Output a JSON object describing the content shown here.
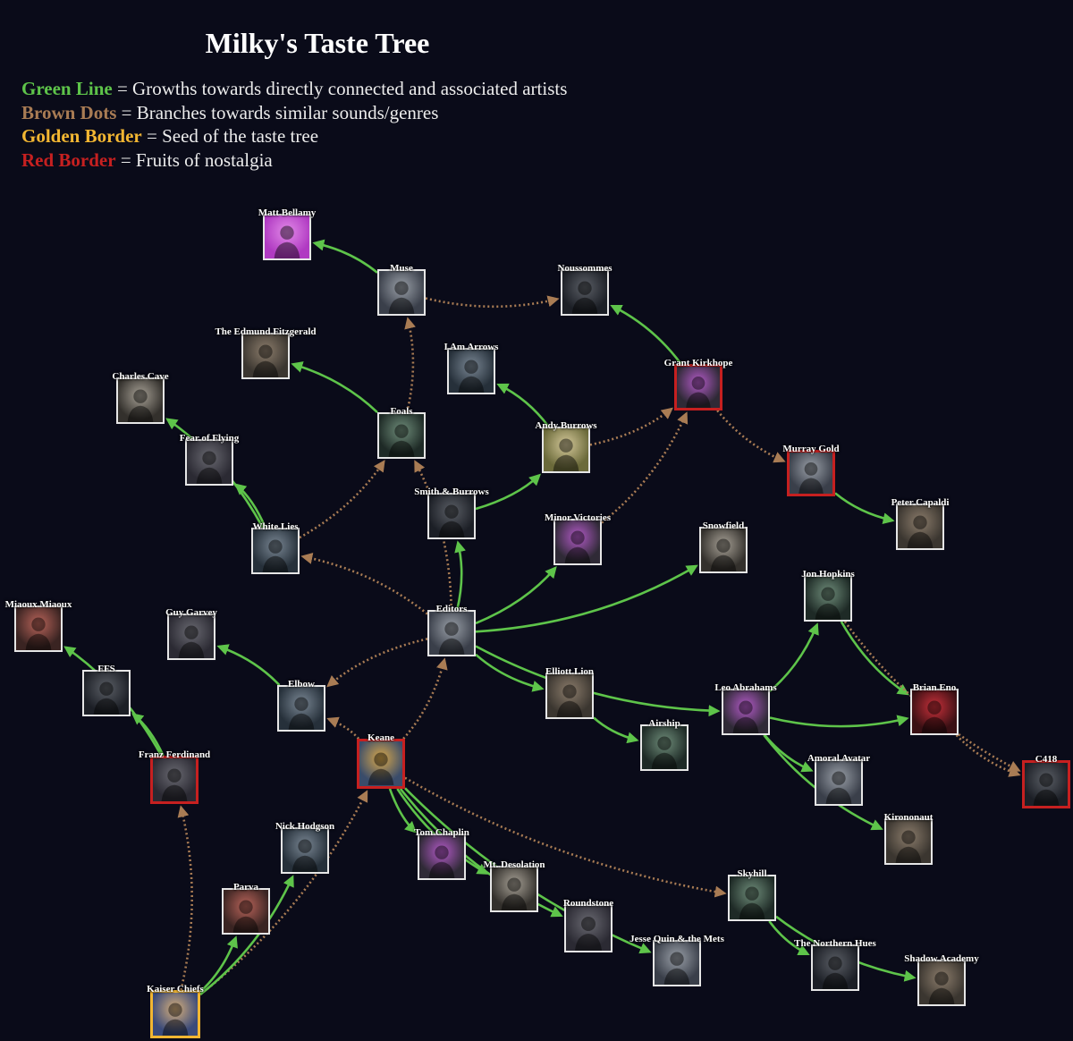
{
  "title": "Milky's Taste Tree",
  "legend": [
    {
      "key": "Green Line",
      "sep": " = ",
      "text": "Growths towards directly connected and associated artists",
      "color": "#5ec44a"
    },
    {
      "key": "Brown Dots",
      "sep": " = ",
      "text": "Branches towards similar sounds/genres",
      "color": "#a97c54"
    },
    {
      "key": "Golden Border",
      "sep": " = ",
      "text": "Seed of the taste tree",
      "color": "#f2b632"
    },
    {
      "key": "Red Border",
      "sep": " = ",
      "text": "Fruits of nostalgia",
      "color": "#c62020"
    }
  ],
  "colors": {
    "background": "#0a0b19",
    "green": "#5ec44a",
    "brown": "#a97c54",
    "gold": "#f2b632",
    "red": "#c62020"
  },
  "nodes": [
    {
      "id": "matt-bellamy",
      "label": "Matt Bellamy",
      "type": "normal"
    },
    {
      "id": "muse",
      "label": "Muse",
      "type": "normal"
    },
    {
      "id": "noussommes",
      "label": "Noussommes",
      "type": "normal"
    },
    {
      "id": "edmund-fitzgerald",
      "label": "The Edmund Fitzgerald",
      "type": "normal"
    },
    {
      "id": "i-am-arrows",
      "label": "I Am Arrows",
      "type": "normal"
    },
    {
      "id": "grant-kirkhope",
      "label": "Grant Kirkhope",
      "type": "fruit"
    },
    {
      "id": "charles-cave",
      "label": "Charles Cave",
      "type": "normal"
    },
    {
      "id": "foals",
      "label": "Foals",
      "type": "normal"
    },
    {
      "id": "andy-burrows",
      "label": "Andy Burrows",
      "type": "normal"
    },
    {
      "id": "fear-of-flying",
      "label": "Fear of Flying",
      "type": "normal"
    },
    {
      "id": "murray-gold",
      "label": "Murray Gold",
      "type": "fruit"
    },
    {
      "id": "smith-burrows",
      "label": "Smith & Burrows",
      "type": "normal"
    },
    {
      "id": "peter-capaldi",
      "label": "Peter Capaldi",
      "type": "normal"
    },
    {
      "id": "white-lies",
      "label": "White Lies",
      "type": "normal"
    },
    {
      "id": "minor-victories",
      "label": "Minor Victories",
      "type": "normal"
    },
    {
      "id": "snowfield",
      "label": "Snowfield",
      "type": "normal"
    },
    {
      "id": "jon-hopkins",
      "label": "Jon Hopkins",
      "type": "normal"
    },
    {
      "id": "miaoux-miaoux",
      "label": "Miaoux Miaoux",
      "type": "normal"
    },
    {
      "id": "guy-garvey",
      "label": "Guy Garvey",
      "type": "normal"
    },
    {
      "id": "editors",
      "label": "Editors",
      "type": "normal"
    },
    {
      "id": "ffs",
      "label": "FFS",
      "type": "normal"
    },
    {
      "id": "elliott-lion",
      "label": "Elliott Lion",
      "type": "normal"
    },
    {
      "id": "elbow",
      "label": "Elbow",
      "type": "normal"
    },
    {
      "id": "leo-abrahams",
      "label": "Leo Abrahams",
      "type": "normal"
    },
    {
      "id": "brian-eno",
      "label": "Brian Eno",
      "type": "normal"
    },
    {
      "id": "airship",
      "label": "Airship",
      "type": "normal"
    },
    {
      "id": "keane",
      "label": "Keane",
      "type": "fruit"
    },
    {
      "id": "franz-ferdinand",
      "label": "Franz Ferdinand",
      "type": "fruit"
    },
    {
      "id": "amoral-avatar",
      "label": "Amoral Avatar",
      "type": "normal"
    },
    {
      "id": "c418",
      "label": "C418",
      "type": "fruit"
    },
    {
      "id": "kirononaut",
      "label": "Kirononaut",
      "type": "normal"
    },
    {
      "id": "nick-hodgson",
      "label": "Nick Hodgson",
      "type": "normal"
    },
    {
      "id": "tom-chaplin",
      "label": "Tom Chaplin",
      "type": "normal"
    },
    {
      "id": "mt-desolation",
      "label": "Mt. Desolation",
      "type": "normal"
    },
    {
      "id": "skyhill",
      "label": "Skyhill",
      "type": "normal"
    },
    {
      "id": "parva",
      "label": "Parva",
      "type": "normal"
    },
    {
      "id": "roundstone",
      "label": "Roundstone",
      "type": "normal"
    },
    {
      "id": "jesse-quin",
      "label": "Jesse Quin & the Mets",
      "type": "normal"
    },
    {
      "id": "northern-hues",
      "label": "The Northern Hues",
      "type": "normal"
    },
    {
      "id": "shadow-academy",
      "label": "Shadow Academy",
      "type": "normal"
    },
    {
      "id": "kaiser-chiefs",
      "label": "Kaiser Chiefs",
      "type": "seed"
    }
  ],
  "edges": [
    {
      "from": "kaiser-chiefs",
      "to": "franz-ferdinand",
      "kind": "similar"
    },
    {
      "from": "kaiser-chiefs",
      "to": "keane",
      "kind": "similar"
    },
    {
      "from": "kaiser-chiefs",
      "to": "parva",
      "kind": "connected"
    },
    {
      "from": "kaiser-chiefs",
      "to": "nick-hodgson",
      "kind": "connected"
    },
    {
      "from": "franz-ferdinand",
      "to": "miaoux-miaoux",
      "kind": "connected"
    },
    {
      "from": "franz-ferdinand",
      "to": "ffs",
      "kind": "connected"
    },
    {
      "from": "keane",
      "to": "elbow",
      "kind": "similar"
    },
    {
      "from": "keane",
      "to": "editors",
      "kind": "similar"
    },
    {
      "from": "keane",
      "to": "tom-chaplin",
      "kind": "connected"
    },
    {
      "from": "keane",
      "to": "mt-desolation",
      "kind": "connected"
    },
    {
      "from": "keane",
      "to": "roundstone",
      "kind": "connected"
    },
    {
      "from": "keane",
      "to": "jesse-quin",
      "kind": "connected"
    },
    {
      "from": "keane",
      "to": "skyhill",
      "kind": "similar"
    },
    {
      "from": "skyhill",
      "to": "northern-hues",
      "kind": "connected"
    },
    {
      "from": "skyhill",
      "to": "shadow-academy",
      "kind": "connected"
    },
    {
      "from": "elbow",
      "to": "guy-garvey",
      "kind": "connected"
    },
    {
      "from": "editors",
      "to": "elbow",
      "kind": "similar"
    },
    {
      "from": "editors",
      "to": "white-lies",
      "kind": "similar"
    },
    {
      "from": "editors",
      "to": "foals",
      "kind": "similar"
    },
    {
      "from": "editors",
      "to": "smith-burrows",
      "kind": "connected"
    },
    {
      "from": "editors",
      "to": "minor-victories",
      "kind": "connected"
    },
    {
      "from": "editors",
      "to": "snowfield",
      "kind": "connected"
    },
    {
      "from": "editors",
      "to": "elliott-lion",
      "kind": "connected"
    },
    {
      "from": "editors",
      "to": "leo-abrahams",
      "kind": "connected"
    },
    {
      "from": "elliott-lion",
      "to": "airship",
      "kind": "connected"
    },
    {
      "from": "leo-abrahams",
      "to": "jon-hopkins",
      "kind": "connected"
    },
    {
      "from": "leo-abrahams",
      "to": "brian-eno",
      "kind": "connected"
    },
    {
      "from": "leo-abrahams",
      "to": "amoral-avatar",
      "kind": "connected"
    },
    {
      "from": "leo-abrahams",
      "to": "kirononaut",
      "kind": "connected"
    },
    {
      "from": "jon-hopkins",
      "to": "brian-eno",
      "kind": "connected"
    },
    {
      "from": "jon-hopkins",
      "to": "c418",
      "kind": "similar"
    },
    {
      "from": "brian-eno",
      "to": "c418",
      "kind": "similar"
    },
    {
      "from": "white-lies",
      "to": "charles-cave",
      "kind": "connected"
    },
    {
      "from": "white-lies",
      "to": "fear-of-flying",
      "kind": "connected"
    },
    {
      "from": "white-lies",
      "to": "foals",
      "kind": "similar"
    },
    {
      "from": "foals",
      "to": "edmund-fitzgerald",
      "kind": "connected"
    },
    {
      "from": "foals",
      "to": "muse",
      "kind": "similar"
    },
    {
      "from": "muse",
      "to": "matt-bellamy",
      "kind": "connected"
    },
    {
      "from": "muse",
      "to": "noussommes",
      "kind": "similar"
    },
    {
      "from": "smith-burrows",
      "to": "andy-burrows",
      "kind": "connected"
    },
    {
      "from": "andy-burrows",
      "to": "i-am-arrows",
      "kind": "connected"
    },
    {
      "from": "andy-burrows",
      "to": "grant-kirkhope",
      "kind": "similar"
    },
    {
      "from": "minor-victories",
      "to": "grant-kirkhope",
      "kind": "similar"
    },
    {
      "from": "grant-kirkhope",
      "to": "noussommes",
      "kind": "connected"
    },
    {
      "from": "grant-kirkhope",
      "to": "murray-gold",
      "kind": "similar"
    },
    {
      "from": "murray-gold",
      "to": "peter-capaldi",
      "kind": "connected"
    }
  ]
}
